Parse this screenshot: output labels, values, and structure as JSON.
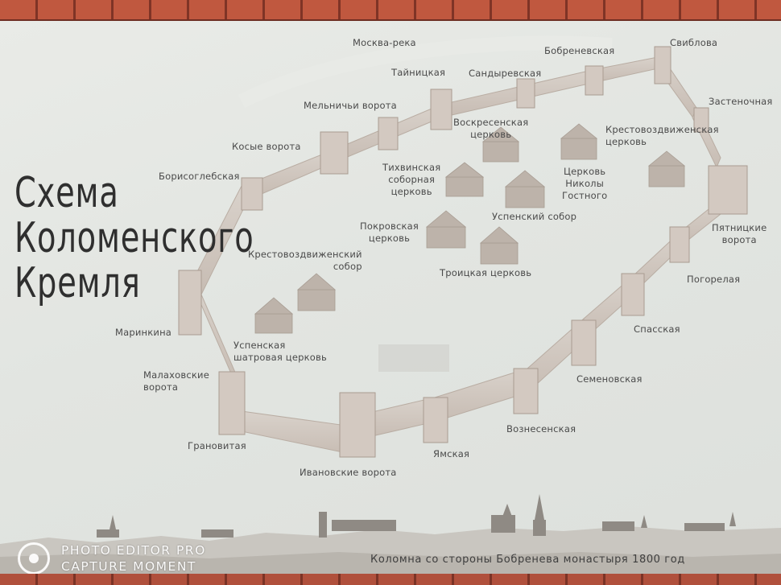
{
  "title_lines": [
    "Схема",
    "Коломенского",
    "Кремля"
  ],
  "labels": {
    "moskva_reka": "Москва-река",
    "taynitskaya": "Тайницкая",
    "sandyrevskaya": "Сандыревская",
    "bobrenevskaya": "Бобреневская",
    "svibloва": "Свиблова",
    "zastenochnaya": "Застеночная",
    "melnichyi": "Мельничьи ворота",
    "kosye": "Косые ворота",
    "borisoglebskaya": "Борисоглебская",
    "marinkina": "Маринкина",
    "malakhovskie_1": "Малаховские",
    "malakhovskie_2": "ворота",
    "granovitaya": "Грановитая",
    "ivanovskie": "Ивановские ворота",
    "yamskaya": "Ямская",
    "voznesenskaya": "Вознесенская",
    "semenovskaya": "Семеновская",
    "spasskaya": "Спасская",
    "pogorelaya": "Погорелая",
    "pyatnitskie_1": "Пятницкие",
    "pyatnitskie_2": "ворота",
    "voskresenskaya_1": "Воскресенская",
    "voskresenskaya_2": "церковь",
    "krestovozdv_tserkov_1": "Крестовоздвиженская",
    "krestovozdv_tserkov_2": "церковь",
    "tikhvinskaya_1": "Тихвинская",
    "tikhvinskaya_2": "соборная",
    "tikhvinskaya_3": "церковь",
    "nikoly_1": "Церковь",
    "nikoly_2": "Николы",
    "nikoly_3": "Гостного",
    "uspenskiy_sobor": "Успенский собор",
    "pokrovskaya_1": "Покровская",
    "pokrovskaya_2": "церковь",
    "krestovozdv_sobor_1": "Крестовоздвиженский",
    "krestovozdv_sobor_2": "собор",
    "troitskaya": "Троицкая церковь",
    "uspenskaya_shatr_1": "Успенская",
    "uspenskaya_shatr_2": "шатровая церковь"
  },
  "caption": "Коломна со стороны Бобренева монастыря 1800 год",
  "watermark": [
    "PHOTO EDITOR PRO",
    "CAPTURE MOMENT"
  ],
  "colors": {
    "wall_top": "#d6cfc8",
    "wall_face": "#cdc3bb",
    "tower": "#d3c9c1",
    "church": "#bab1a8",
    "text": "#4a4a4a"
  }
}
